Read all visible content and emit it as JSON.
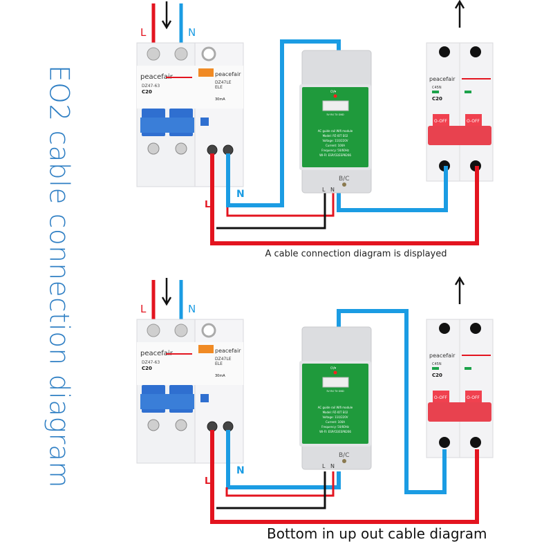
{
  "title": "EO2 cable connection diagram",
  "captions": {
    "top": "A cable connection diagram is displayed",
    "bottom": "Bottom in up out cable diagram"
  },
  "labels": {
    "L": "L",
    "N": "N",
    "bc": "B/C",
    "module_L": "L",
    "module_N": "N"
  },
  "breaker": {
    "brand": "peacefair",
    "rating": "C20",
    "model_left": "DZ47-63",
    "model_rcd": "DZ47LE",
    "rcd_sub": "ELE",
    "rcd_current": "30mA",
    "model_right": "C45N",
    "off_label": "O-OFF"
  },
  "module": {
    "status": "⏻/▾",
    "pins": "5V RX TX GND",
    "lines": [
      "AC guide rail Wifi module",
      "Model: PZ-IOT E02",
      "Voltage: 110/220V",
      "Current: 100A",
      "Frequency: 50/60Hz",
      "WI-FI: ESP/CE/ESP8266"
    ]
  },
  "colors": {
    "live": "#e3141f",
    "neutral": "#1b9ce3",
    "ground": "#111111",
    "module_green": "#1f9a3c",
    "title_blue": "#2f7fc4",
    "handle_blue": "#2f6fd0",
    "handle_red": "#f0414f"
  }
}
